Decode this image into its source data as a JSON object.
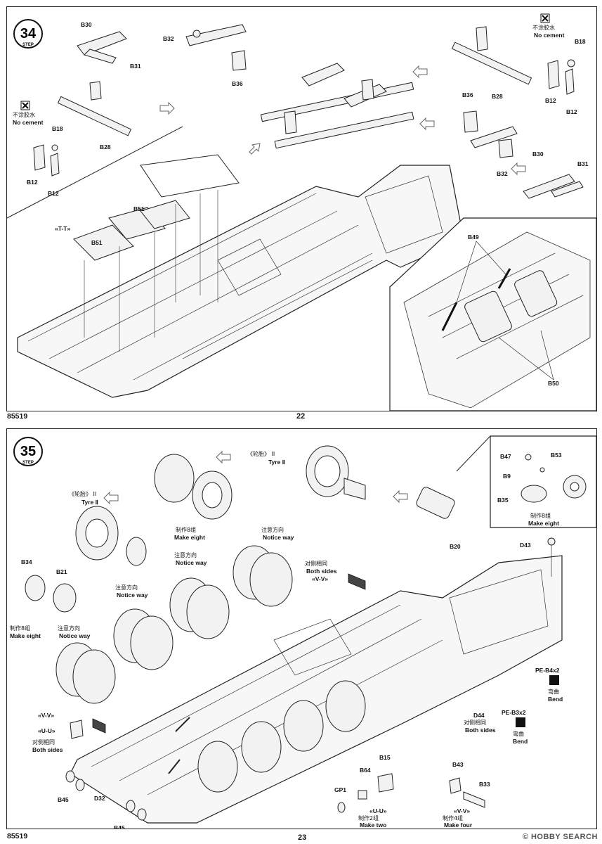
{
  "pages": [
    {
      "page_number": "22",
      "code": "85519",
      "step": {
        "number": "34",
        "label": "STEP"
      },
      "labels": {
        "b30": "B30",
        "b31": "B31",
        "b32": "B32",
        "b36": "B36",
        "b28": "B28",
        "b18": "B18",
        "b12": "B12",
        "b51": "B51",
        "b49": "B49",
        "b50": "B50",
        "tt": "«T-T»",
        "no_cement_cn": "不涂胶水",
        "no_cement_en": "No cement"
      }
    },
    {
      "page_number": "23",
      "code": "85519",
      "step": {
        "number": "35",
        "label": "STEP"
      },
      "labels": {
        "tyre_cn": "《轮胎》 II",
        "tyre_en": "Tyre Ⅱ",
        "make_eight_cn": "制作8组",
        "make_eight_en": "Make eight",
        "notice_cn": "注意方向",
        "notice_en": "Notice way",
        "both_cn": "对侧相同",
        "both_en": "Both sides",
        "make_two_cn": "制作2组",
        "make_two_en": "Make two",
        "make_four_cn": "制作4组",
        "make_four_en": "Make four",
        "bend_cn": "弯曲",
        "bend_en": "Bend",
        "vv": "«V-V»",
        "uu": "«U-U»",
        "b47": "B47",
        "b53": "B53",
        "b9": "B9",
        "b35": "B35",
        "b20": "B20",
        "b34": "B34",
        "b21": "B21",
        "b43": "B43",
        "b44": "D44",
        "d43": "D43",
        "b45": "B45",
        "d32": "D32",
        "b64": "B64",
        "b15": "B15",
        "gp1": "GP1",
        "b33": "B33",
        "pe_b4": "PE-B4x2",
        "pe_b3": "PE-B3x2"
      }
    }
  ],
  "watermark": "© HOBBY SEARCH"
}
